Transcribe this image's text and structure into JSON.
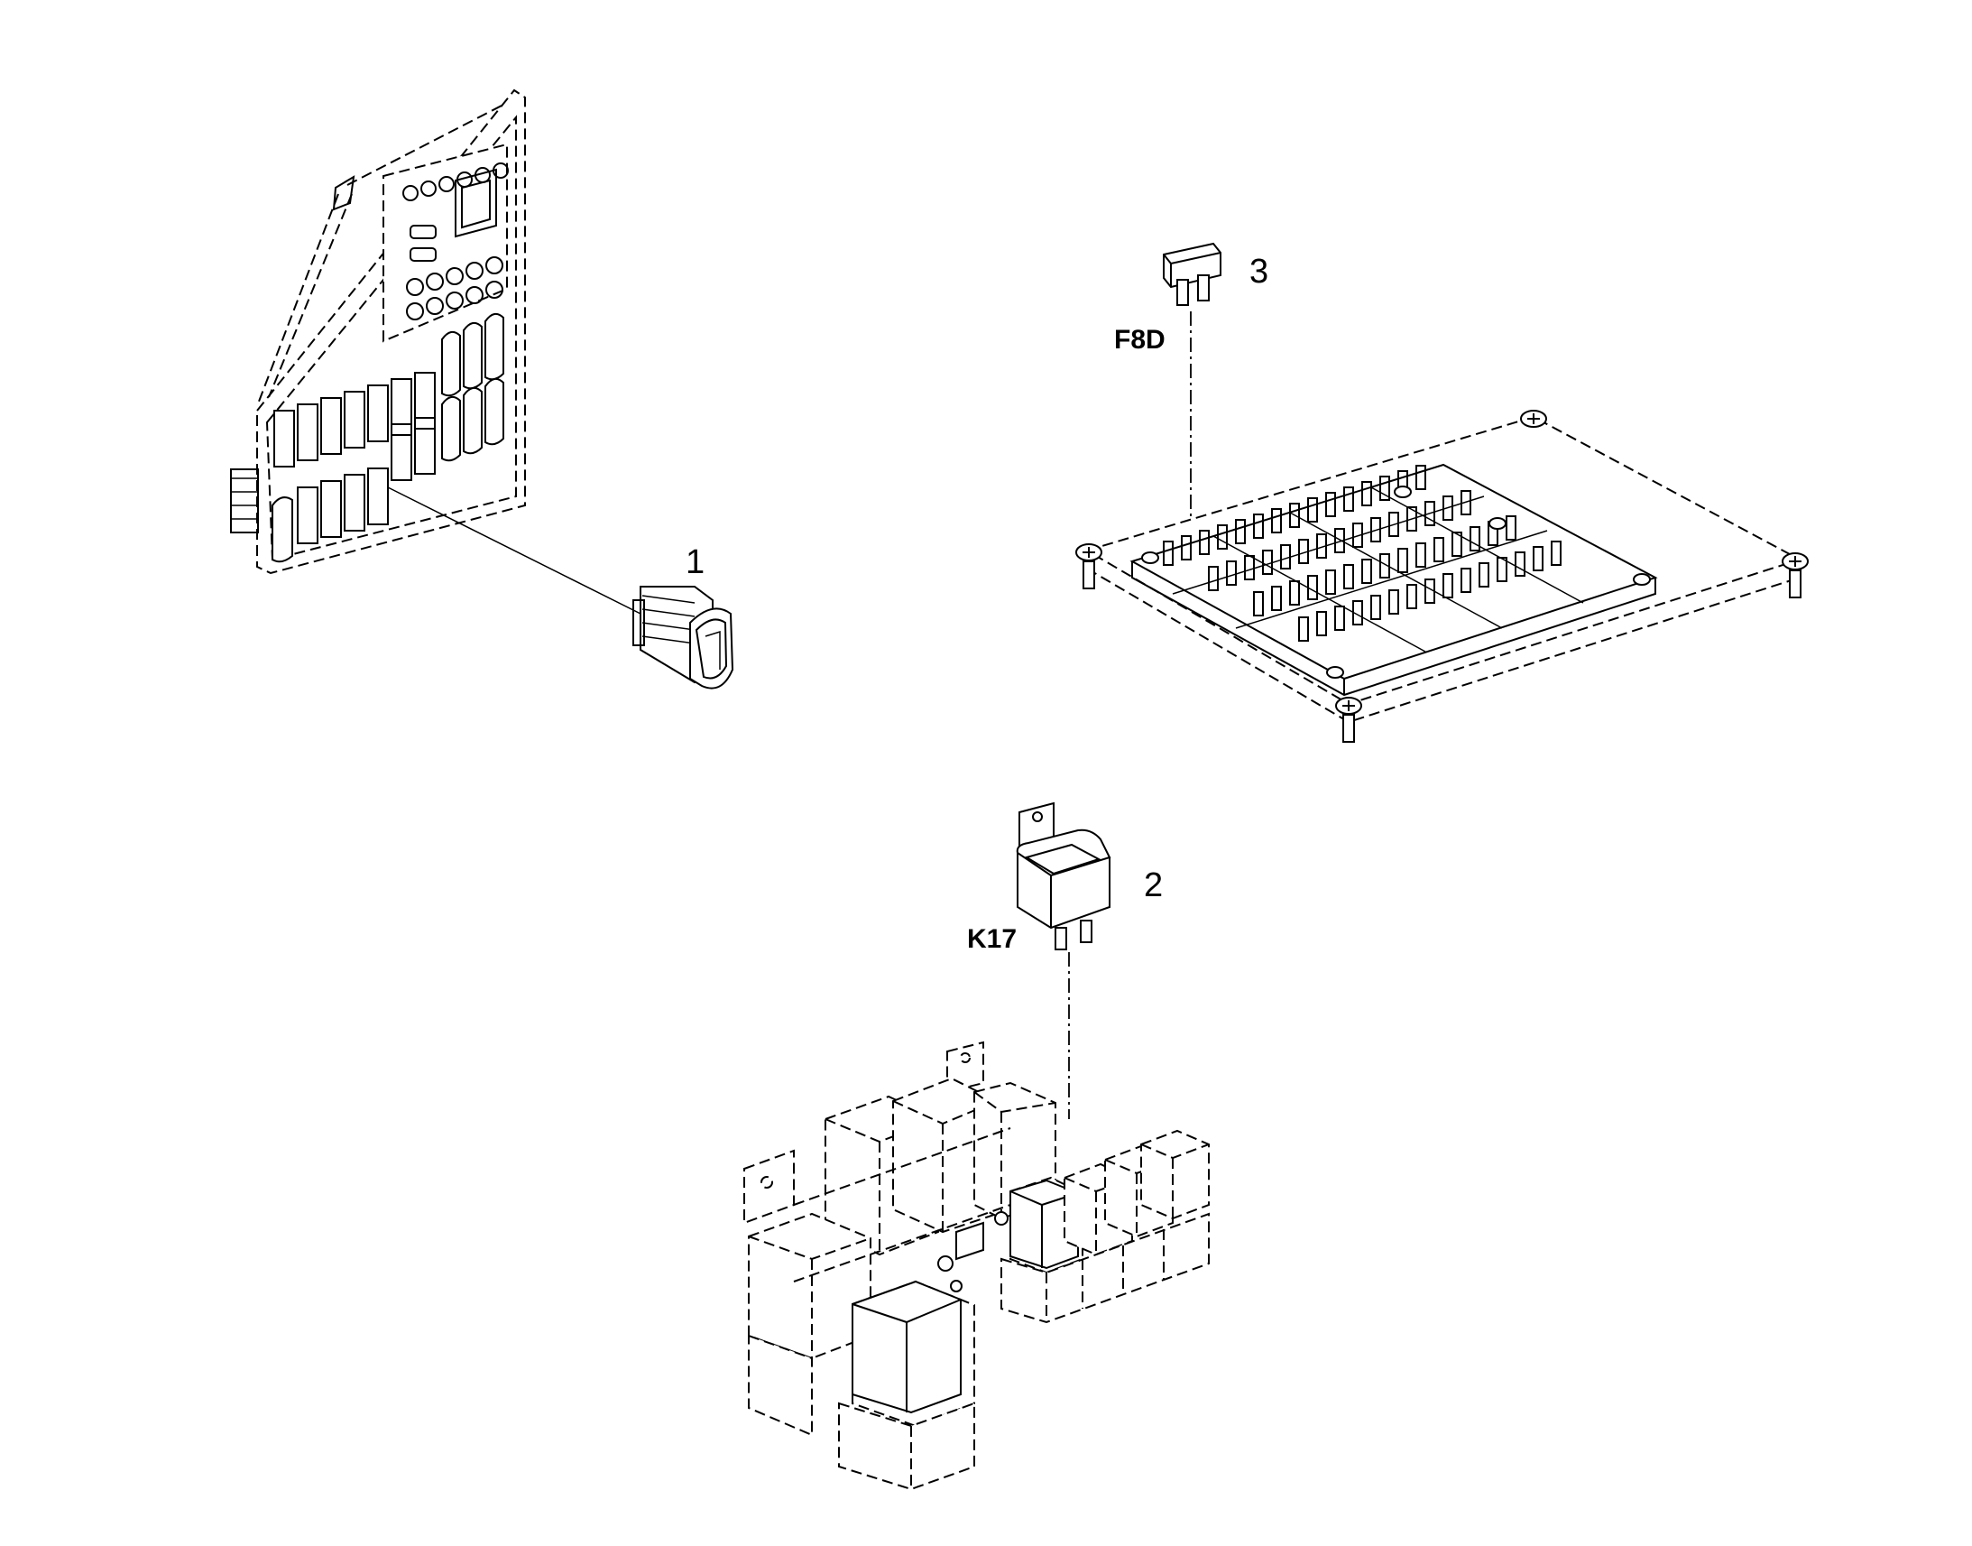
{
  "callouts": {
    "item1": "1",
    "item2": "2",
    "item3": "3"
  },
  "references": {
    "relay": "K17",
    "fuse": "F8D"
  }
}
